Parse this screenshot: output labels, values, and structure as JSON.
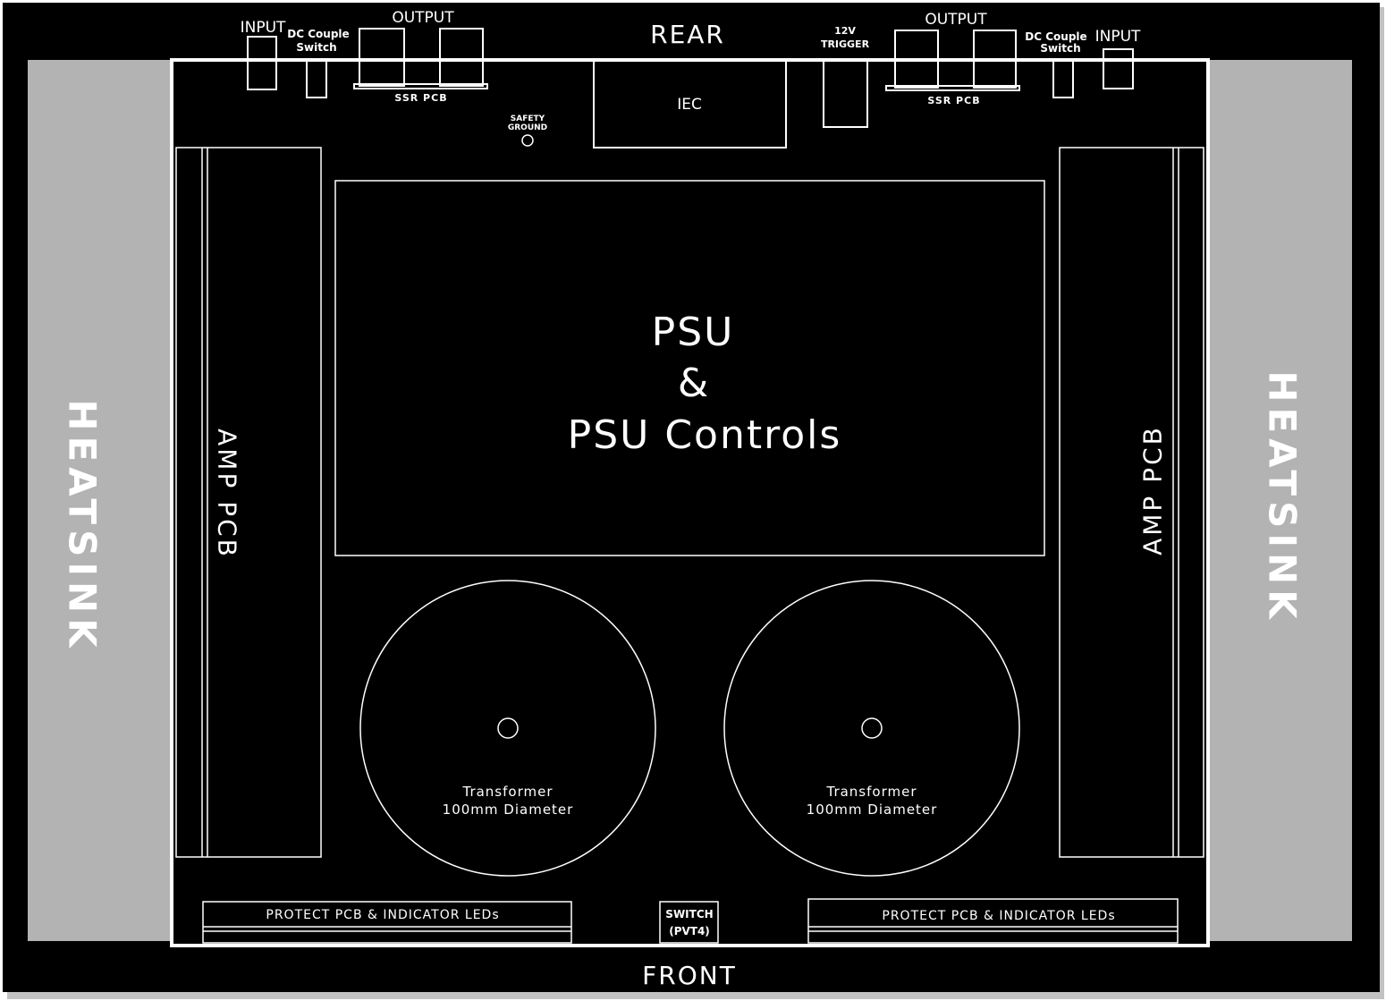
{
  "labels": {
    "rear": "REAR",
    "front": "FRONT",
    "input_left": "INPUT",
    "input_right": "INPUT",
    "dc_couple": "DC Couple",
    "dc_switch": "Switch",
    "output_left": "OUTPUT",
    "output_right": "OUTPUT",
    "ssr_pcb_left": "SSR PCB",
    "ssr_pcb_right": "SSR PCB",
    "safety": "SAFETY",
    "ground": "GROUND",
    "iec": "IEC",
    "trigger_12v": "12V",
    "trigger": "TRIGGER",
    "psu_line1": "PSU",
    "psu_line2": "&",
    "psu_line3": "PSU Controls",
    "amp_pcb_left": "AMP PCB",
    "amp_pcb_right": "AMP PCB",
    "heatsink_left": "HEATSINK",
    "heatsink_right": "HEATSINK",
    "transformer": "Transformer",
    "transformer_size": "100mm Diameter",
    "protect_left": "PROTECT PCB & INDICATOR LEDs",
    "protect_right": "PROTECT PCB & INDICATOR LEDs",
    "switch_line1": "SWITCH",
    "switch_line2": "(PVT4)"
  },
  "colors": {
    "background": "#000000",
    "outline": "#ffffff",
    "heatsink": "#b3b3b3",
    "heatsink_text": "#ffffff"
  }
}
